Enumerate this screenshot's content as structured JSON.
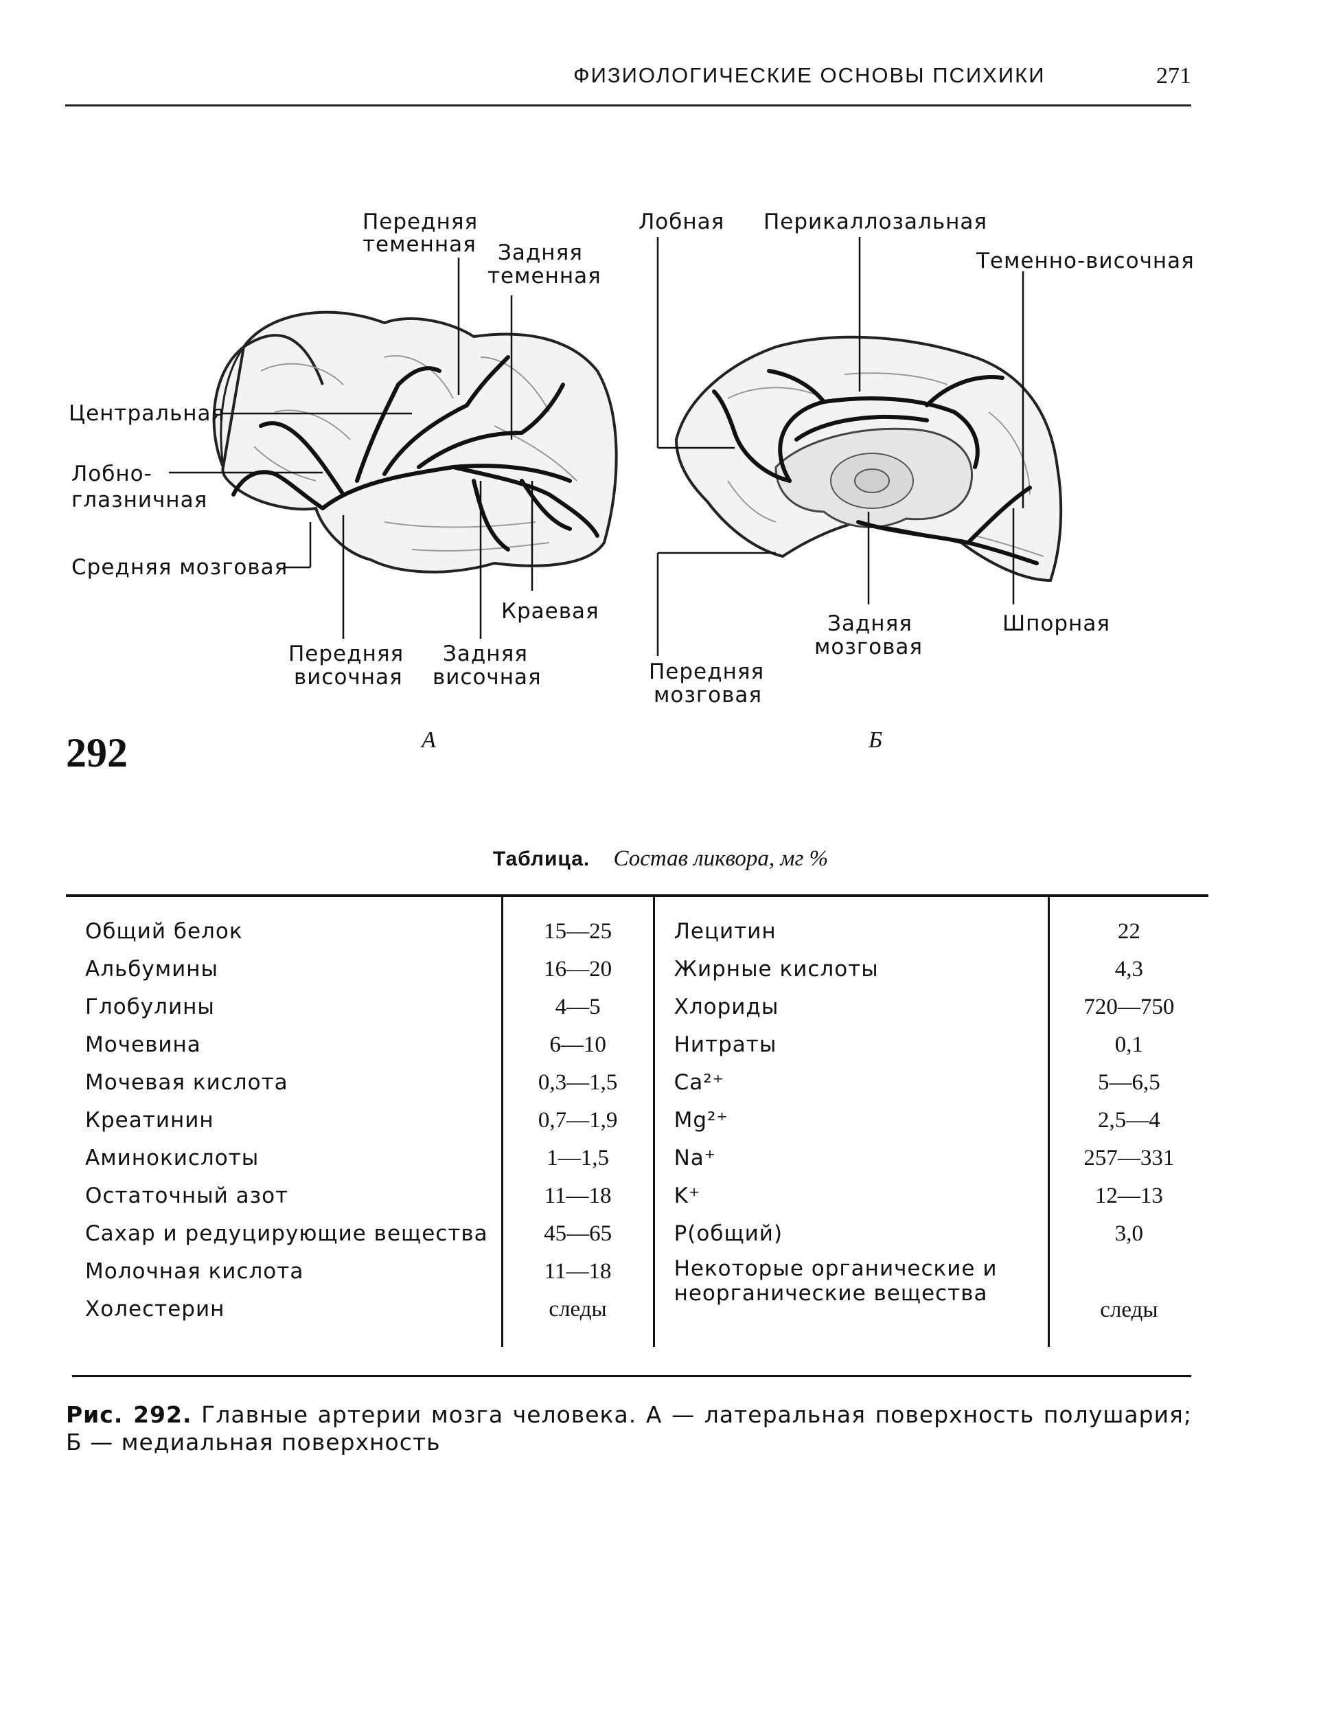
{
  "header": {
    "title": "ФИЗИОЛОГИЧЕСКИЕ ОСНОВЫ ПСИХИКИ",
    "page_number": "271"
  },
  "figure": {
    "number": "292",
    "panel_a": {
      "label": "А",
      "labels": {
        "anterior_parietal_1": "Передняя",
        "anterior_parietal_2": "теменная",
        "posterior_parietal_1": "Задняя",
        "posterior_parietal_2": "теменная",
        "central": "Центральная",
        "orbitofrontal_1": "Лобно-",
        "orbitofrontal_2": "глазничная",
        "middle_cerebral": "Средняя мозговая",
        "marginal": "Краевая",
        "anterior_temporal_1": "Передняя",
        "anterior_temporal_2": "височная",
        "posterior_temporal_1": "Задняя",
        "posterior_temporal_2": "височная"
      }
    },
    "panel_b": {
      "label": "Б",
      "labels": {
        "frontal": "Лобная",
        "pericallosal": "Перикаллозальная",
        "parieto_temporal": "Теменно-височная",
        "posterior_cerebral_1": "Задняя",
        "posterior_cerebral_2": "мозговая",
        "calcarine": "Шпорная",
        "anterior_cerebral_1": "Передняя",
        "anterior_cerebral_2": "мозговая"
      }
    }
  },
  "table": {
    "title": "Таблица.",
    "subtitle": "Состав ликвора, мг %",
    "rows": [
      {
        "name_left": "Общий белок",
        "value_left": "15—25",
        "name_right": "Лецитин",
        "value_right": "22"
      },
      {
        "name_left": "Альбумины",
        "value_left": "16—20",
        "name_right": "Жирные кислоты",
        "value_right": "4,3"
      },
      {
        "name_left": "Глобулины",
        "value_left": "4—5",
        "name_right": "Хлориды",
        "value_right": "720—750"
      },
      {
        "name_left": "Мочевина",
        "value_left": "6—10",
        "name_right": "Нитраты",
        "value_right": "0,1"
      },
      {
        "name_left": "Мочевая кислота",
        "value_left": "0,3—1,5",
        "name_right": "Ca²⁺",
        "value_right": "5—6,5"
      },
      {
        "name_left": "Креатинин",
        "value_left": "0,7—1,9",
        "name_right": "Mg²⁺",
        "value_right": "2,5—4"
      },
      {
        "name_left": "Аминокислоты",
        "value_left": "1—1,5",
        "name_right": "Na⁺",
        "value_right": "257—331"
      },
      {
        "name_left": "Остаточный азот",
        "value_left": "11—18",
        "name_right": "K⁺",
        "value_right": "12—13"
      },
      {
        "name_left": "Сахар и редуцирующие вещества",
        "value_left": "45—65",
        "name_right": "Р(общий)",
        "value_right": "3,0"
      },
      {
        "name_left": "Молочная кислота",
        "value_left": "11—18",
        "name_right": "Некоторые органические и неорганические вещества",
        "value_right": "следы"
      },
      {
        "name_left": "Холестерин",
        "value_left": "следы"
      }
    ]
  },
  "caption": {
    "label": "Рис. 292.",
    "text": "Главные артерии мозга человека. А — латеральная поверхность полушария; Б — медиальная поверхность"
  }
}
